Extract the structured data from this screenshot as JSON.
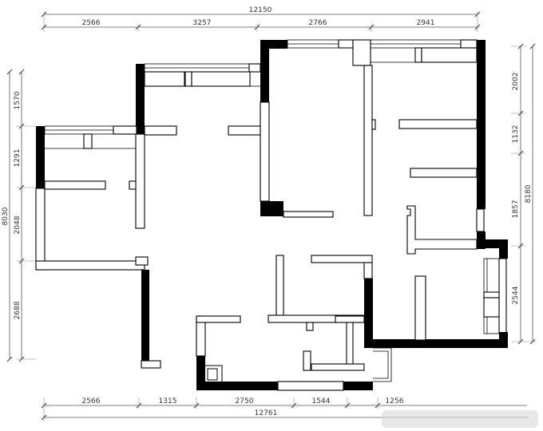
{
  "plan": {
    "top_total": "12150",
    "top_segments": [
      "2566",
      "3257",
      "2766",
      "2941"
    ],
    "bottom_total": "12761",
    "bottom_segments": [
      "2566",
      "1315",
      "2750",
      "1544",
      "1256"
    ],
    "left_total": "8030",
    "left_segments": [
      "1570",
      "1291",
      "2048",
      "2688"
    ],
    "right_total": "8180",
    "right_segments": [
      "2002",
      "1132",
      "1857",
      "2544"
    ]
  },
  "colors": {
    "wall": "#000000",
    "dimension": "#333333",
    "background": "#ffffff"
  }
}
